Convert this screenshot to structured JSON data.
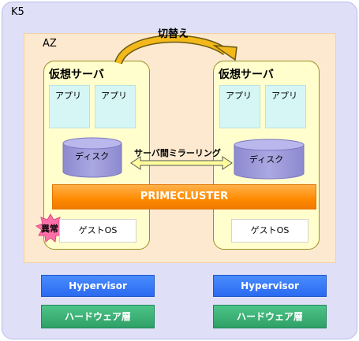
{
  "region": {
    "label": "K5"
  },
  "zone": {
    "label": "AZ"
  },
  "switchover": {
    "label": "切替え"
  },
  "vm_left": {
    "title": "仮想サーバ",
    "apps": [
      "アプリ",
      "アプリ"
    ],
    "disk": "ディスク",
    "guest_os": "ゲストOS",
    "alert": "異常"
  },
  "vm_right": {
    "title": "仮想サーバ",
    "apps": [
      "アプリ",
      "アプリ"
    ],
    "disk": "ディスク",
    "guest_os": "ゲストOS"
  },
  "mirroring": {
    "label": "サーバ間ミラーリング"
  },
  "cluster": {
    "label": "PRIMECLUSTER"
  },
  "hosts": [
    {
      "hypervisor": "Hypervisor",
      "hardware": "ハードウェア層"
    },
    {
      "hypervisor": "Hypervisor",
      "hardware": "ハードウェア層"
    }
  ],
  "colors": {
    "region_bg": "#dfe0f7",
    "zone_bg": "#fde9cf",
    "vm_bg": "#fffecc",
    "app_bg": "#d6f6f6",
    "disk": "#9a97d6",
    "cluster": "#ff8a00",
    "hypervisor": "#2a6af0",
    "hardware": "#2fa067",
    "alert": "#ff6fa8"
  }
}
